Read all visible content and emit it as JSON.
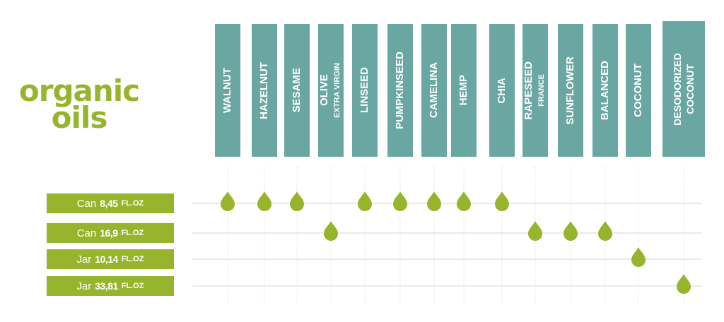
{
  "title": {
    "line1": "organic",
    "line2": "oils"
  },
  "columns": [
    {
      "label": "WALNUT",
      "sub": ""
    },
    {
      "label": "HAZELNUT",
      "sub": ""
    },
    {
      "label": "SESAME",
      "sub": ""
    },
    {
      "label": "OLIVE",
      "sub": "EXTRA VIRGIN"
    },
    {
      "label": "LINSEED",
      "sub": ""
    },
    {
      "label": "PUMPKINSEED",
      "sub": ""
    },
    {
      "label": "CAMELINA",
      "sub": ""
    },
    {
      "label": "HEMP",
      "sub": ""
    },
    {
      "label": "CHIA",
      "sub": ""
    },
    {
      "label": "RAPESEED",
      "sub": "FRANCE"
    },
    {
      "label": "SUNFLOWER",
      "sub": ""
    },
    {
      "label": "BALANCED",
      "sub": ""
    },
    {
      "label": "COCONUT",
      "sub": ""
    },
    {
      "label": "DESODORIZED",
      "sub": "COCONUT"
    }
  ],
  "rows": [
    {
      "kind": "Can",
      "size": "8,45",
      "unit": "FL.OZ",
      "available": [
        0,
        1,
        2,
        4,
        5,
        6,
        7,
        8
      ]
    },
    {
      "kind": "Can",
      "size": "16,9",
      "unit": "FL.OZ",
      "available": [
        3,
        9,
        10,
        11
      ]
    },
    {
      "kind": "Jar",
      "size": "10,14",
      "unit": "FL.OZ",
      "available": [
        12
      ]
    },
    {
      "kind": "Jar",
      "size": "33,81",
      "unit": "FL.OZ",
      "available": [
        13
      ]
    }
  ],
  "colors": {
    "header": "#6ba7a2",
    "accent": "#97b52c",
    "gridline": "#e3e3e3"
  },
  "icons": {
    "marker": "oil-drop-icon"
  }
}
